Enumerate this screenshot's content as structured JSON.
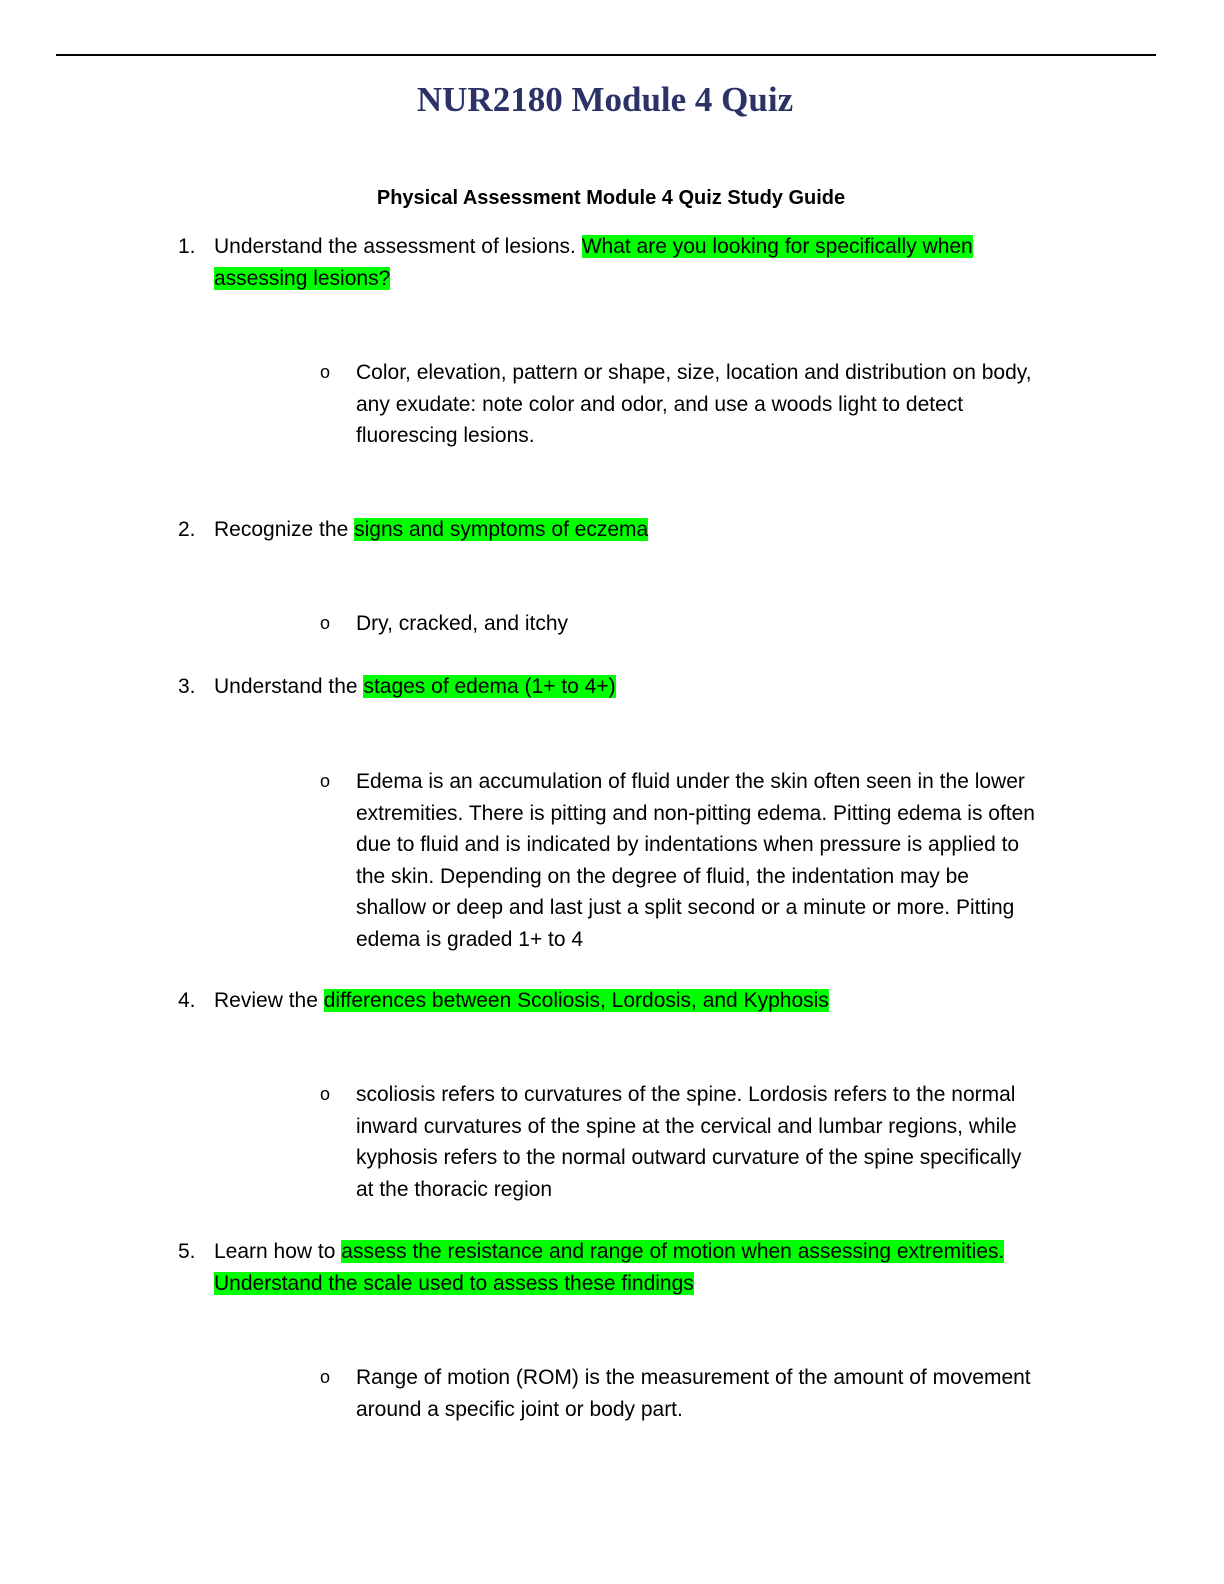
{
  "document": {
    "title": "NUR2180 Module 4 Quiz",
    "subtitle": "Physical Assessment Module 4 Quiz Study Guide",
    "highlight_color": "#00ff00",
    "title_color": "#2b3266",
    "bullet_glyph": "o",
    "questions": [
      {
        "number": "1.",
        "plain": "Understand the assessment of lesions. ",
        "highlighted": "What are you looking for specifically when assessing lesions?",
        "answer": "Color, elevation, pattern or shape, size, location and distribution on body, any exudate: note color and odor, and use a woods light to detect fluorescing lesions."
      },
      {
        "number": "2.",
        "plain": "Recognize the ",
        "highlighted": "signs and symptoms of eczema",
        "answer": "Dry, cracked, and itchy"
      },
      {
        "number": "3.",
        "plain": "Understand the ",
        "highlighted": "stages of edema (1+ to 4+)",
        "answer": "Edema is an accumulation of fluid under the skin often seen in the lower extremities. There is pitting and non-pitting edema. Pitting edema is often due to fluid and is indicated by indentations when pressure is applied to the skin. Depending on the degree of fluid, the indentation may be shallow or deep and last just a split second or a minute or more. Pitting edema is graded 1+ to 4"
      },
      {
        "number": "4.",
        "plain": "Review the ",
        "highlighted": "differences between Scoliosis, Lordosis, and Kyphosis",
        "answer": "scoliosis refers to curvatures of the spine. Lordosis refers to the normal inward curvatures of the spine at the cervical and lumbar regions, while kyphosis refers to the normal outward curvature of the spine specifically at the thoracic region"
      },
      {
        "number": "5.",
        "plain": "Learn how to ",
        "highlighted": "assess the resistance and range of motion when assessing extremities. Understand the scale used to assess these findings",
        "answer": "Range of motion (ROM) is the measurement of the amount of movement around a specific joint or body part."
      }
    ]
  }
}
